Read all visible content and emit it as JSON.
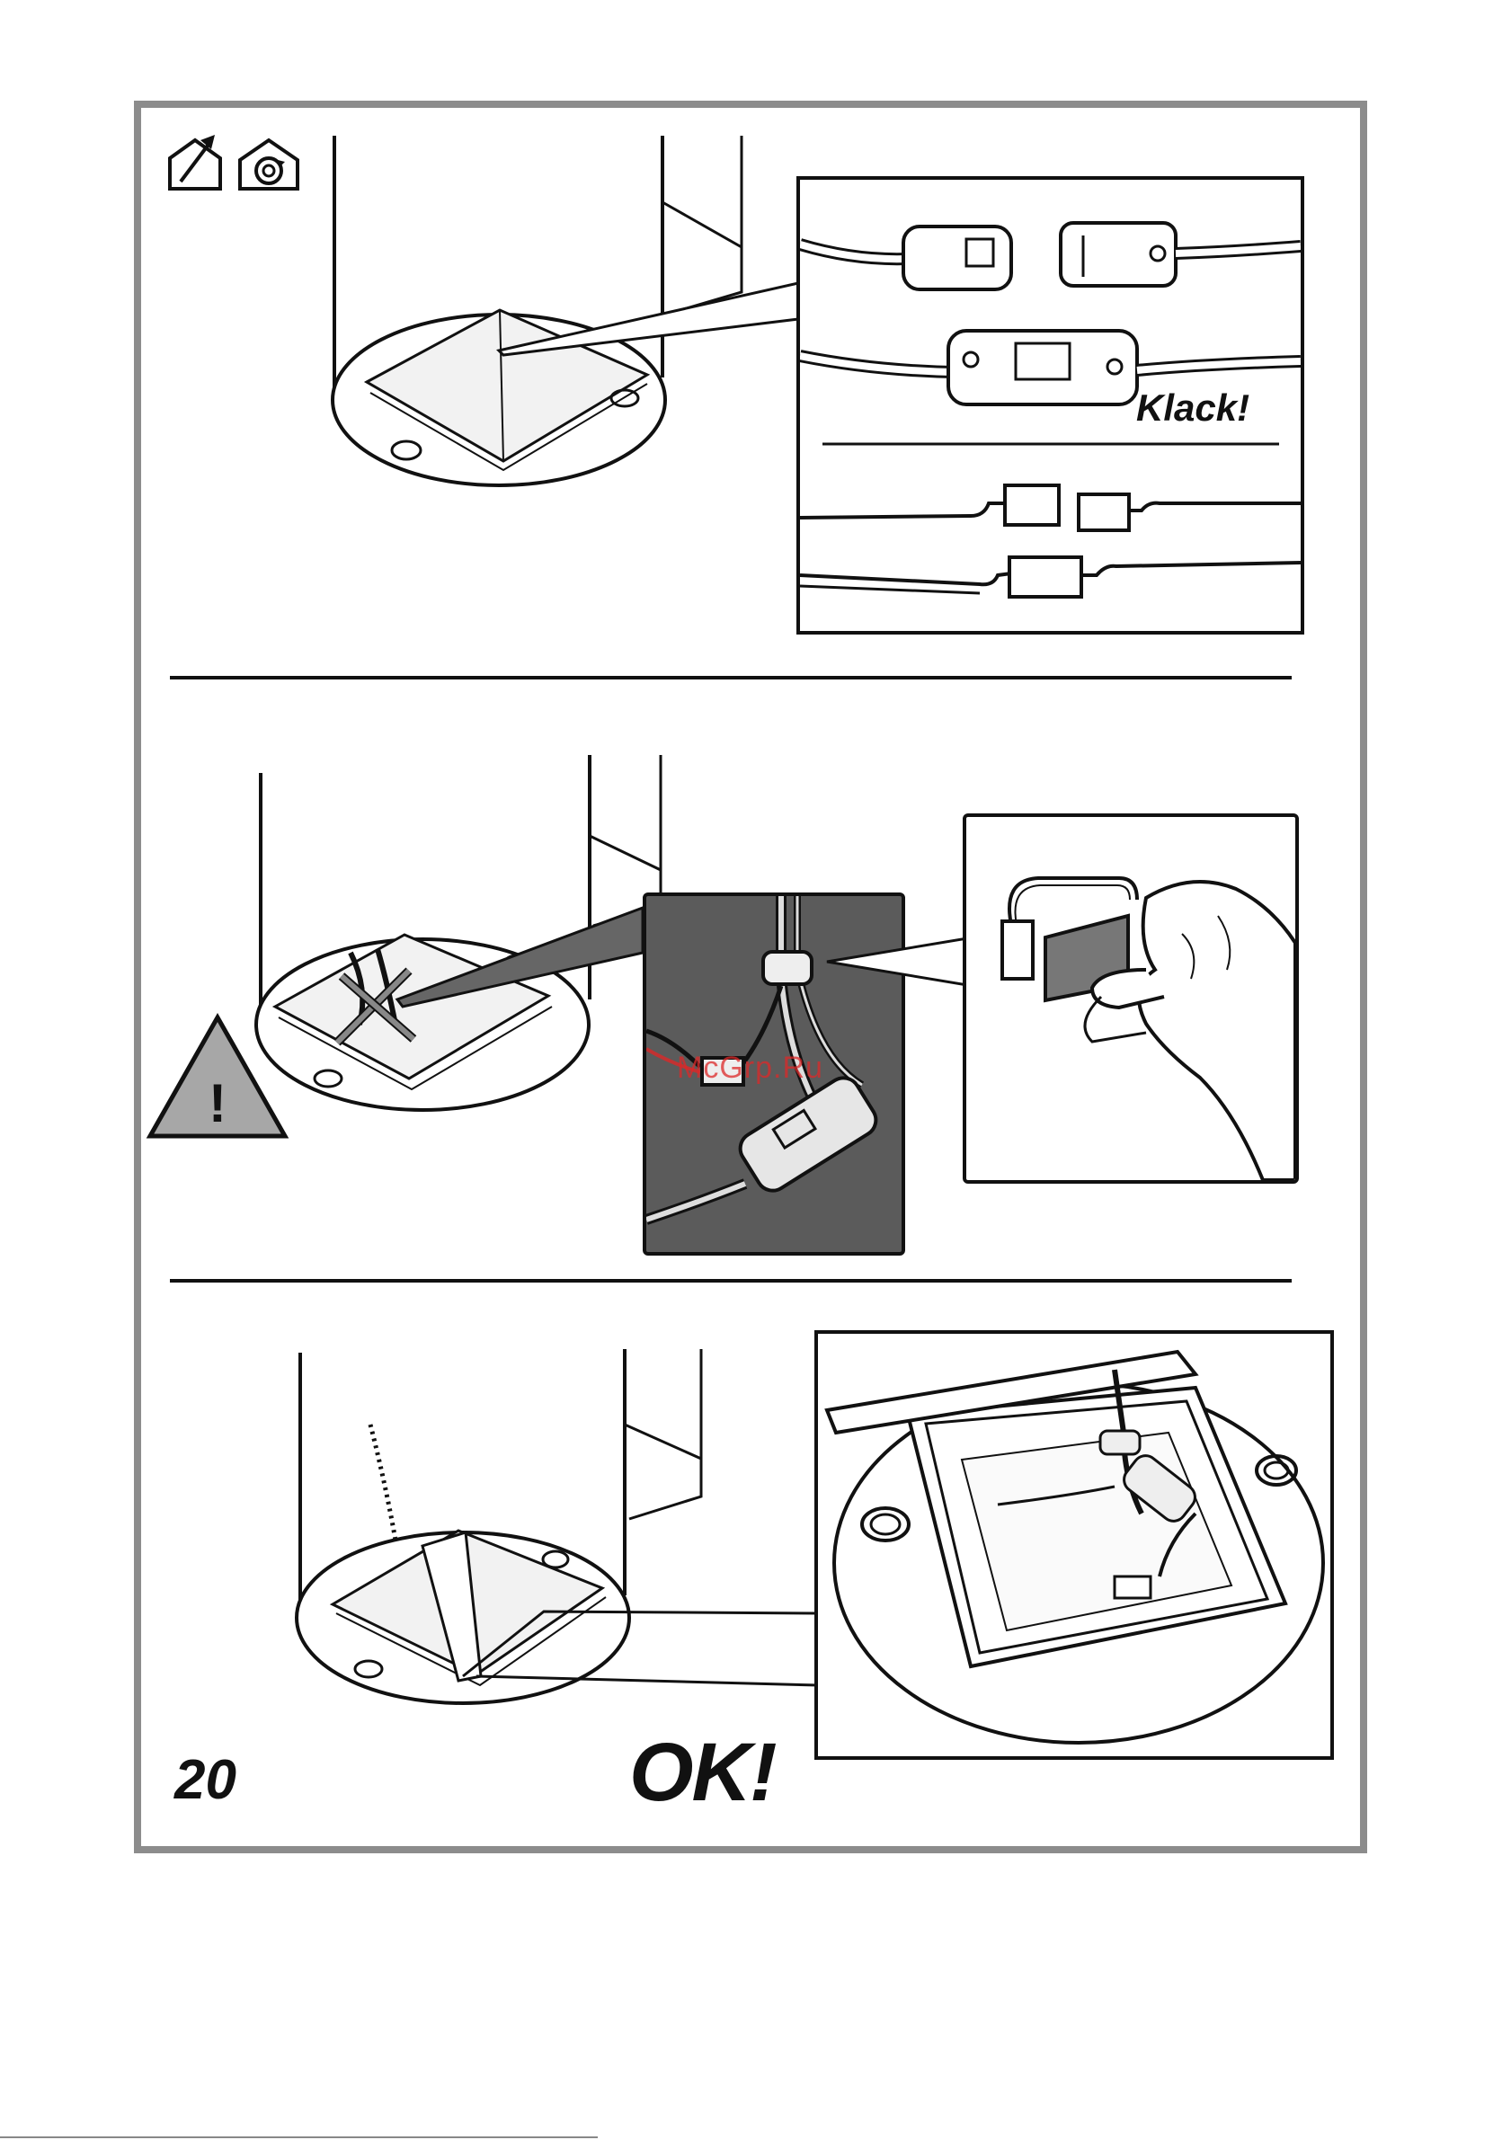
{
  "labels": {
    "klack": "Klack!",
    "ok": "OK!",
    "page_number": "20",
    "watermark": "McGrp.Ru",
    "warning_symbol": "!"
  },
  "icons": {
    "top_left": [
      "house-vent-out-icon",
      "house-recirculation-icon"
    ],
    "warning": "warning-triangle-icon"
  },
  "colors": {
    "frame": "#8c8c8c",
    "dark_panel": "#5b5b5b",
    "warning_fill": "#a7a7a7",
    "watermark": "#dc2828"
  }
}
